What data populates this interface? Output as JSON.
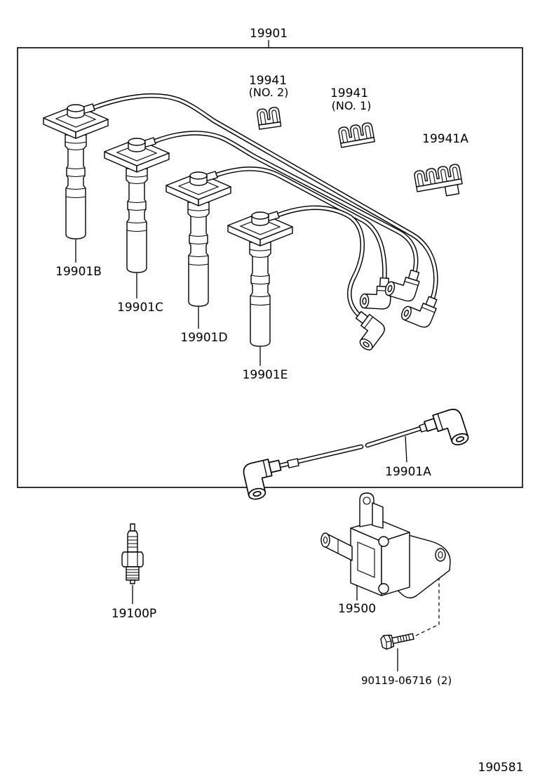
{
  "labels": {
    "wire_set": "19901",
    "clamp_no2_part": "19941",
    "clamp_no2_note": "(NO. 2)",
    "clamp_no1_part": "19941",
    "clamp_no1_note": "(NO. 1)",
    "clamp_a": "19941A",
    "cord_b": "19901B",
    "cord_c": "19901C",
    "cord_d": "19901D",
    "cord_e": "19901E",
    "cord_a": "19901A",
    "plug": "19100P",
    "coil": "19500",
    "bolt_part": "90119-06716",
    "bolt_qty": "(2)"
  },
  "figure_number": "190581"
}
